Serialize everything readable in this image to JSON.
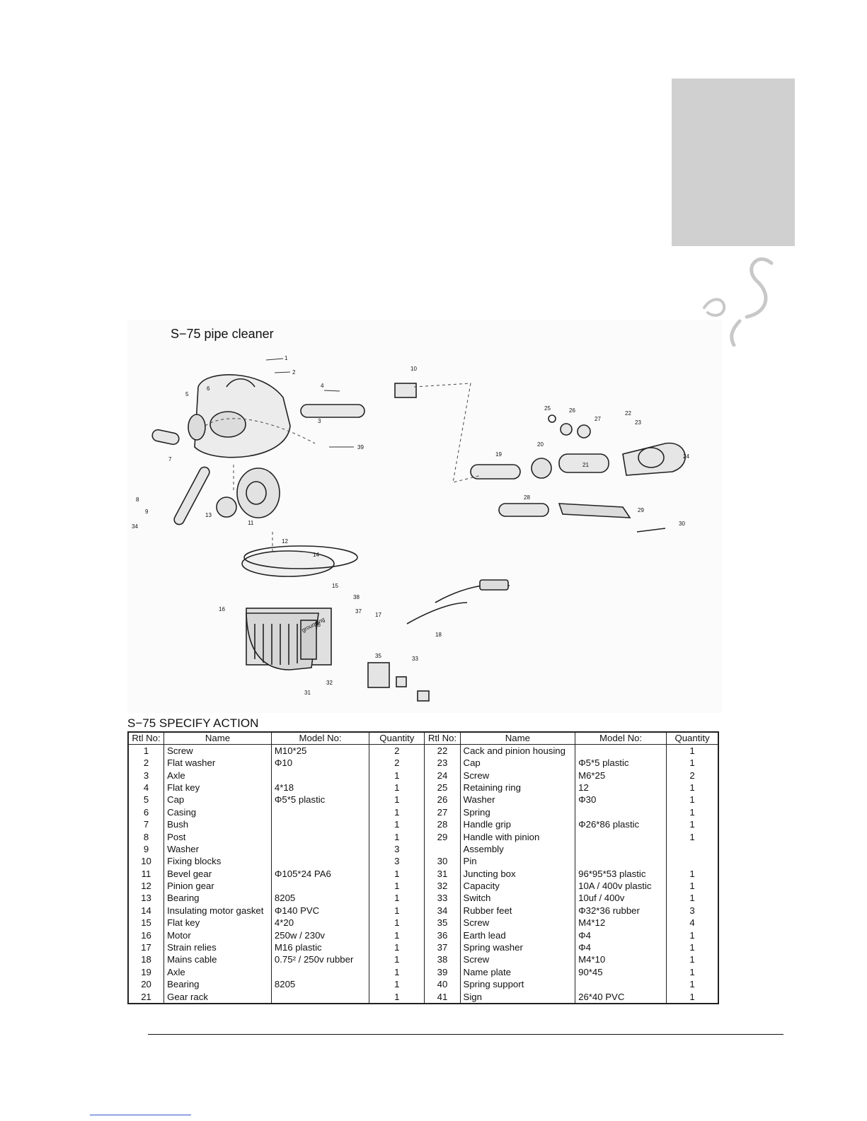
{
  "figure": {
    "title": "S−75 pipe cleaner",
    "labels": [
      "1",
      "2",
      "3",
      "4",
      "5",
      "6",
      "7",
      "8",
      "9",
      "10",
      "11",
      "12",
      "13",
      "14",
      "15",
      "16",
      "17",
      "18",
      "19",
      "20",
      "21",
      "22",
      "23",
      "24",
      "25",
      "26",
      "27",
      "28",
      "29",
      "30",
      "31",
      "32",
      "33",
      "34",
      "35",
      "36",
      "37",
      "38",
      "39",
      "grounding"
    ]
  },
  "table": {
    "title": "S−75 SPECIFY ACTION",
    "headers": [
      "Rtl No:",
      "Name",
      "Model No:",
      "Quantity",
      "Rtl No:",
      "Name",
      "Model No:",
      "Quantity"
    ],
    "rows": [
      [
        "1",
        "Screw",
        "M10*25",
        "2",
        "22",
        "Cack and pinion housing",
        "",
        "1"
      ],
      [
        "2",
        "Flat washer",
        "Φ10",
        "2",
        "23",
        "Cap",
        "Φ5*5 plastic",
        "1"
      ],
      [
        "3",
        "Axle",
        "",
        "1",
        "24",
        "Screw",
        "M6*25",
        "2"
      ],
      [
        "4",
        "Flat key",
        "4*18",
        "1",
        "25",
        "Retaining ring",
        "12",
        "1"
      ],
      [
        "5",
        "Cap",
        "Φ5*5 plastic",
        "1",
        "26",
        "Washer",
        "Φ30",
        "1"
      ],
      [
        "6",
        "Casing",
        "",
        "1",
        "27",
        "Spring",
        "",
        "1"
      ],
      [
        "7",
        "Bush",
        "",
        "1",
        "28",
        "Handle grip",
        "Φ26*86 plastic",
        "1"
      ],
      [
        "8",
        "Post",
        "",
        "1",
        "29",
        "Handle with pinion",
        "",
        "1"
      ],
      [
        "9",
        "Washer",
        "",
        "3",
        "",
        "Assembly",
        "",
        ""
      ],
      [
        "10",
        "Fixing blocks",
        "",
        "3",
        "30",
        "Pin",
        "",
        ""
      ],
      [
        "11",
        "Bevel gear",
        "Φ105*24 PA6",
        "1",
        "31",
        "Juncting box",
        "96*95*53 plastic",
        "1"
      ],
      [
        "12",
        "Pinion gear",
        "",
        "1",
        "32",
        "Capacity",
        "10A / 400v plastic",
        "1"
      ],
      [
        "13",
        "Bearing",
        "8205",
        "1",
        "33",
        "Switch",
        "10uf / 400v",
        "1"
      ],
      [
        "14",
        "Insulating motor gasket",
        "Φ140 PVC",
        "1",
        "34",
        "Rubber feet",
        "Φ32*36 rubber",
        "3"
      ],
      [
        "15",
        "Flat key",
        "4*20",
        "1",
        "35",
        "Screw",
        "M4*12",
        "4"
      ],
      [
        "16",
        "Motor",
        "250w / 230v",
        "1",
        "36",
        "Earth lead",
        "Φ4",
        "1"
      ],
      [
        "17",
        "Strain relies",
        "M16 plastic",
        "1",
        "37",
        "Spring washer",
        "Φ4",
        "1"
      ],
      [
        "18",
        "Mains cable",
        "0.75² / 250v rubber",
        "1",
        "38",
        "Screw",
        "M4*10",
        "1"
      ],
      [
        "19",
        "Axle",
        "",
        "1",
        "39",
        "Name plate",
        "90*45",
        "1"
      ],
      [
        "20",
        "Bearing",
        "8205",
        "1",
        "40",
        "Spring support",
        "",
        "1"
      ],
      [
        "21",
        "Gear rack",
        "",
        "1",
        "41",
        "Sign",
        "26*40 PVC",
        "1"
      ]
    ]
  }
}
